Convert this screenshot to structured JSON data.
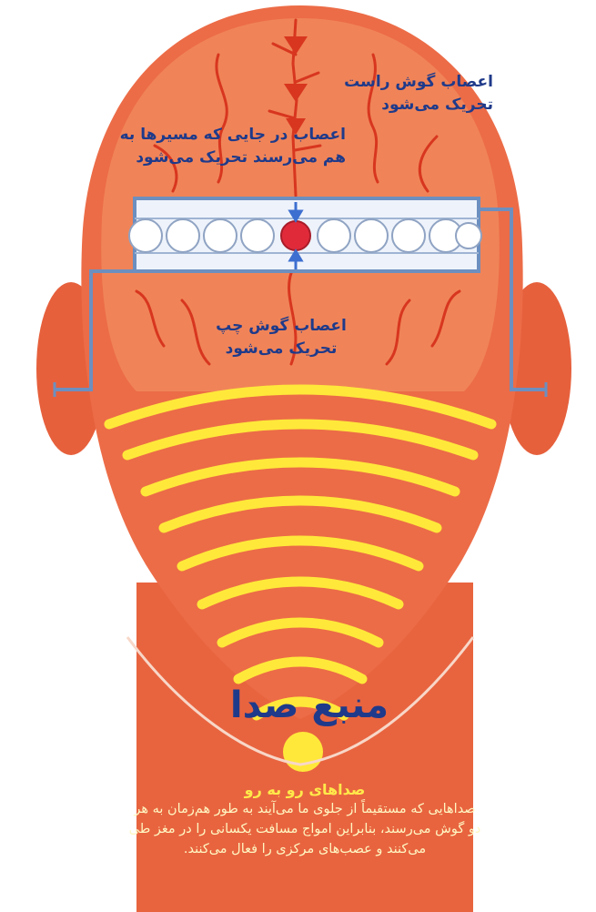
{
  "labels": {
    "right_ear": "اعصاب گوش راست تحریک می‌شود",
    "meeting_point": "اعصاب در جایی که مسیرها به هم می‌رسند تحریک می‌شود",
    "left_ear": "اعصاب گوش چپ تحریک می‌شود"
  },
  "sound_source": "منبع صدا",
  "caption": {
    "title": "صداهای رو به رو",
    "body": "صداهایی که مستقیماً از جلوی ما می‌آیند به طور هم‌زمان به هر دو گوش می‌رسند، بنابراین امواج مسافت یکسانی را در مغز طی می‌کنند و عصب‌های مرکزی را فعال می‌کنند."
  },
  "colors": {
    "head": "#ec6c47",
    "brain": "#f08458",
    "vessels": "#d8361f",
    "nerve_path": "#6d8fbf",
    "wave": "#ffe83a",
    "label_text": "#1f3a8a",
    "active_node": "#e02a3a"
  }
}
